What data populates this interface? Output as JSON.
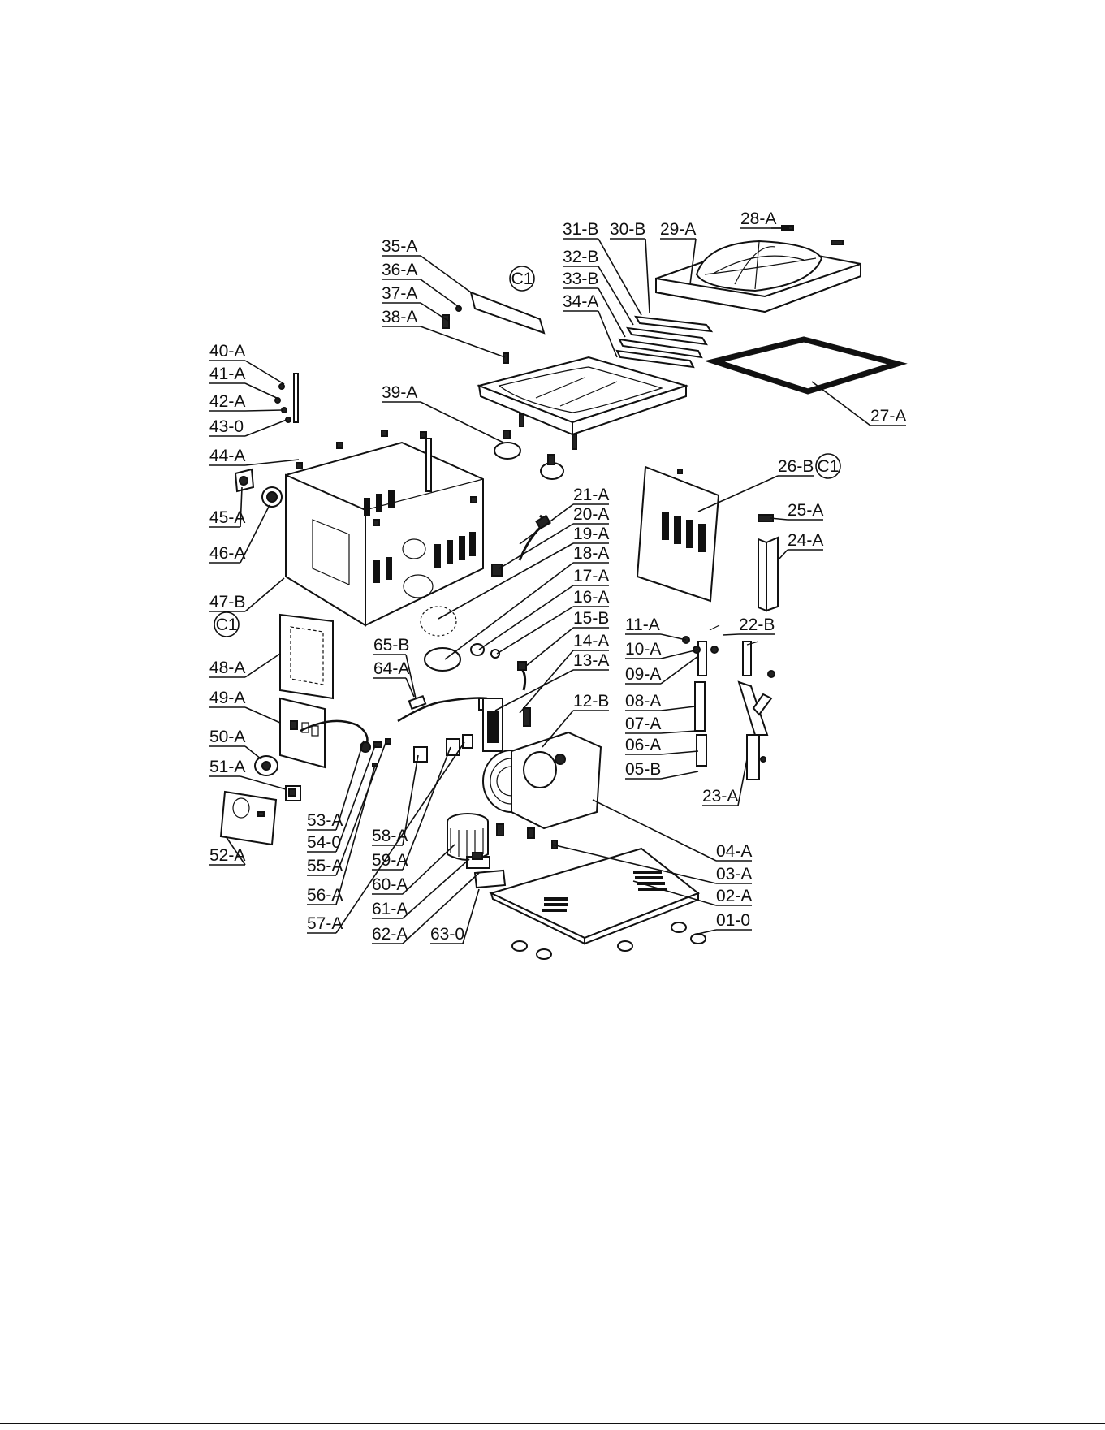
{
  "callouts": [
    "28-A",
    "31-B",
    "30-B",
    "29-A",
    "35-A",
    "32-B",
    "36-A",
    "C1",
    "33-B",
    "37-A",
    "34-A",
    "38-A",
    "40-A",
    "41-A",
    "42-A",
    "43-0",
    "44-A",
    "39-A",
    "27-A",
    "26-B",
    "C1",
    "21-A",
    "20-A",
    "19-A",
    "18-A",
    "17-A",
    "16-A",
    "15-B",
    "45-A",
    "46-A",
    "25-A",
    "24-A",
    "47-B",
    "C1",
    "11-A",
    "22-B",
    "10-A",
    "09-A",
    "65-B",
    "14-A",
    "64-A",
    "13-A",
    "48-A",
    "08-A",
    "07-A",
    "06-A",
    "05-B",
    "12-B",
    "49-A",
    "50-A",
    "51-A",
    "23-A",
    "53-A",
    "54-0",
    "55-A",
    "58-A",
    "59-A",
    "56-A",
    "60-A",
    "57-A",
    "61-A",
    "62-A",
    "63-0",
    "04-A",
    "03-A",
    "02-A",
    "52-A",
    "01-0"
  ]
}
